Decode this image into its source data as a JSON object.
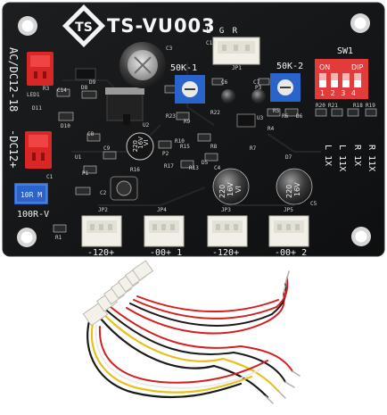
{
  "board": {
    "title": "TS-VU003",
    "logo_letters": "TS",
    "power_label": "AC/DC12-18",
    "dc_label": "-DC12+",
    "pot1_label": "50K-1",
    "pot2_label": "50K-2",
    "pot_in_label": "10R M",
    "pot_in_sub": "100R-V",
    "lgr_label": "L G R",
    "sw_label": "SW1",
    "dip_on": "ON",
    "dip_name": "DIP",
    "dip_numbers": "1 2 3 4",
    "mult_labels": [
      "R 11X",
      "R 1X",
      "L 11X",
      "L 1X"
    ],
    "cap_small_lines": [
      "220",
      "16V",
      "VI"
    ],
    "cap_big1_lines": [
      "220",
      "16V",
      "VI"
    ],
    "cap_big2_lines": [
      "220",
      "16V"
    ],
    "out_labels": [
      "-120+",
      "-00+ 1",
      "-120+",
      "-00+ 2"
    ],
    "jp_labels": [
      "JP2",
      "JP4",
      "JP3",
      "JP5"
    ],
    "ref_labels": [
      "C13",
      "JP1",
      "C14",
      "LED1",
      "R3",
      "D8",
      "D11",
      "D10",
      "C3",
      "C6",
      "C7",
      "C4",
      "C5",
      "U1",
      "U2",
      "U3",
      "R23",
      "R22",
      "R21",
      "R20",
      "R19",
      "R18",
      "R17",
      "R16",
      "R15",
      "R13",
      "R10",
      "R9",
      "R8",
      "R7",
      "R6",
      "R5",
      "R4",
      "R1",
      "C1",
      "C2",
      "C8",
      "C9",
      "D5",
      "D6",
      "D7",
      "D9",
      "P1",
      "P2",
      "P3"
    ]
  },
  "colors": {
    "pcb": "#151719",
    "silkscreen": "#f2f2f2",
    "terminal_red": "#e02b2b",
    "trimmer_blue": "#2a63c9",
    "dip_red": "#e33a3a",
    "connector_white": "#f1efe8",
    "wire_red": "#d42020",
    "wire_black": "#1a1a1a",
    "wire_yellow": "#e6c21a",
    "wire_white": "#e9e9e9"
  }
}
